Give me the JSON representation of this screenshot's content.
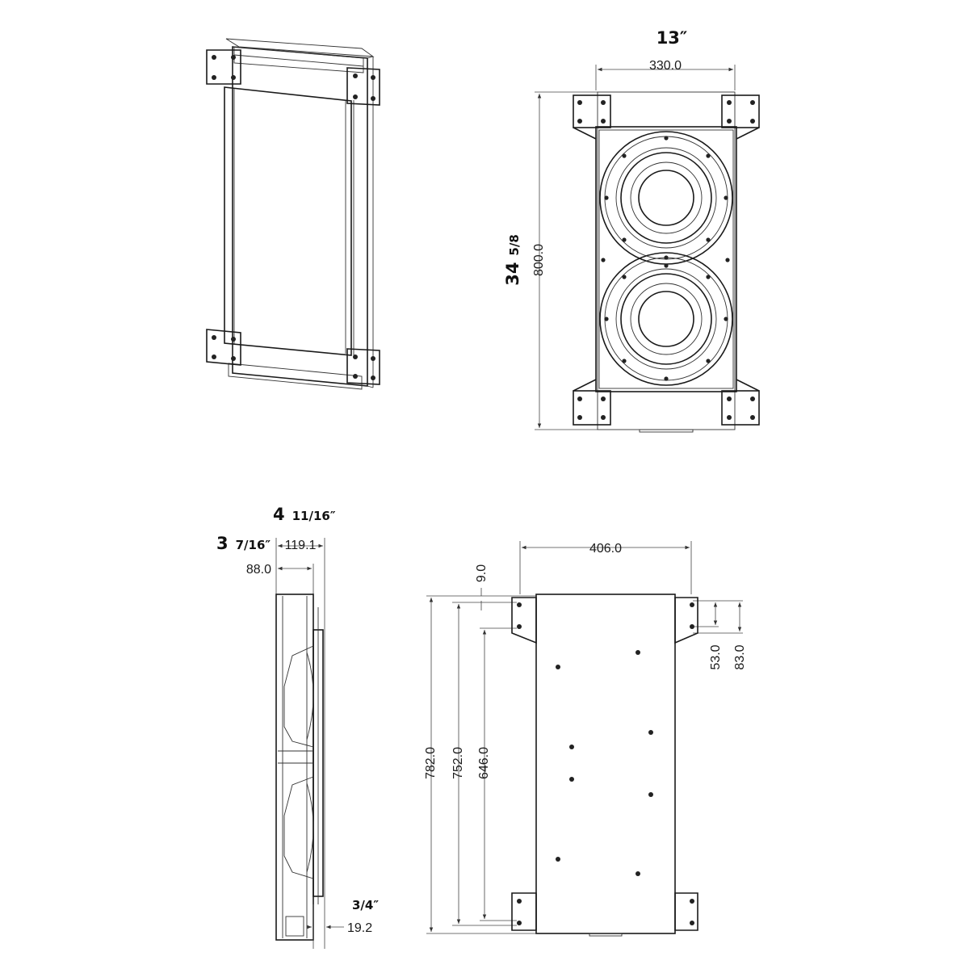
{
  "views": {
    "front": {
      "width_in": "13″",
      "width_mm": "330.0",
      "height_in_whole": "34",
      "height_in_frac": "5/8",
      "height_mm": "800.0"
    },
    "side": {
      "depth_total_in_whole": "4",
      "depth_total_in_frac": "11/16″",
      "depth_in_whole": "3",
      "depth_in_frac": "7/16″",
      "depth_total_mm": "119.1",
      "depth_mm": "88.0",
      "flange_in": "3/4″",
      "flange_mm": "19.2"
    },
    "back": {
      "width_mm": "406.0",
      "tab_offset_mm": "9.0",
      "height_outer_mm": "782.0",
      "height_tabs_mm": "752.0",
      "height_holes_mm": "646.0",
      "tab_hole_spacing_mm": "53.0",
      "tab_height_mm": "83.0"
    }
  }
}
